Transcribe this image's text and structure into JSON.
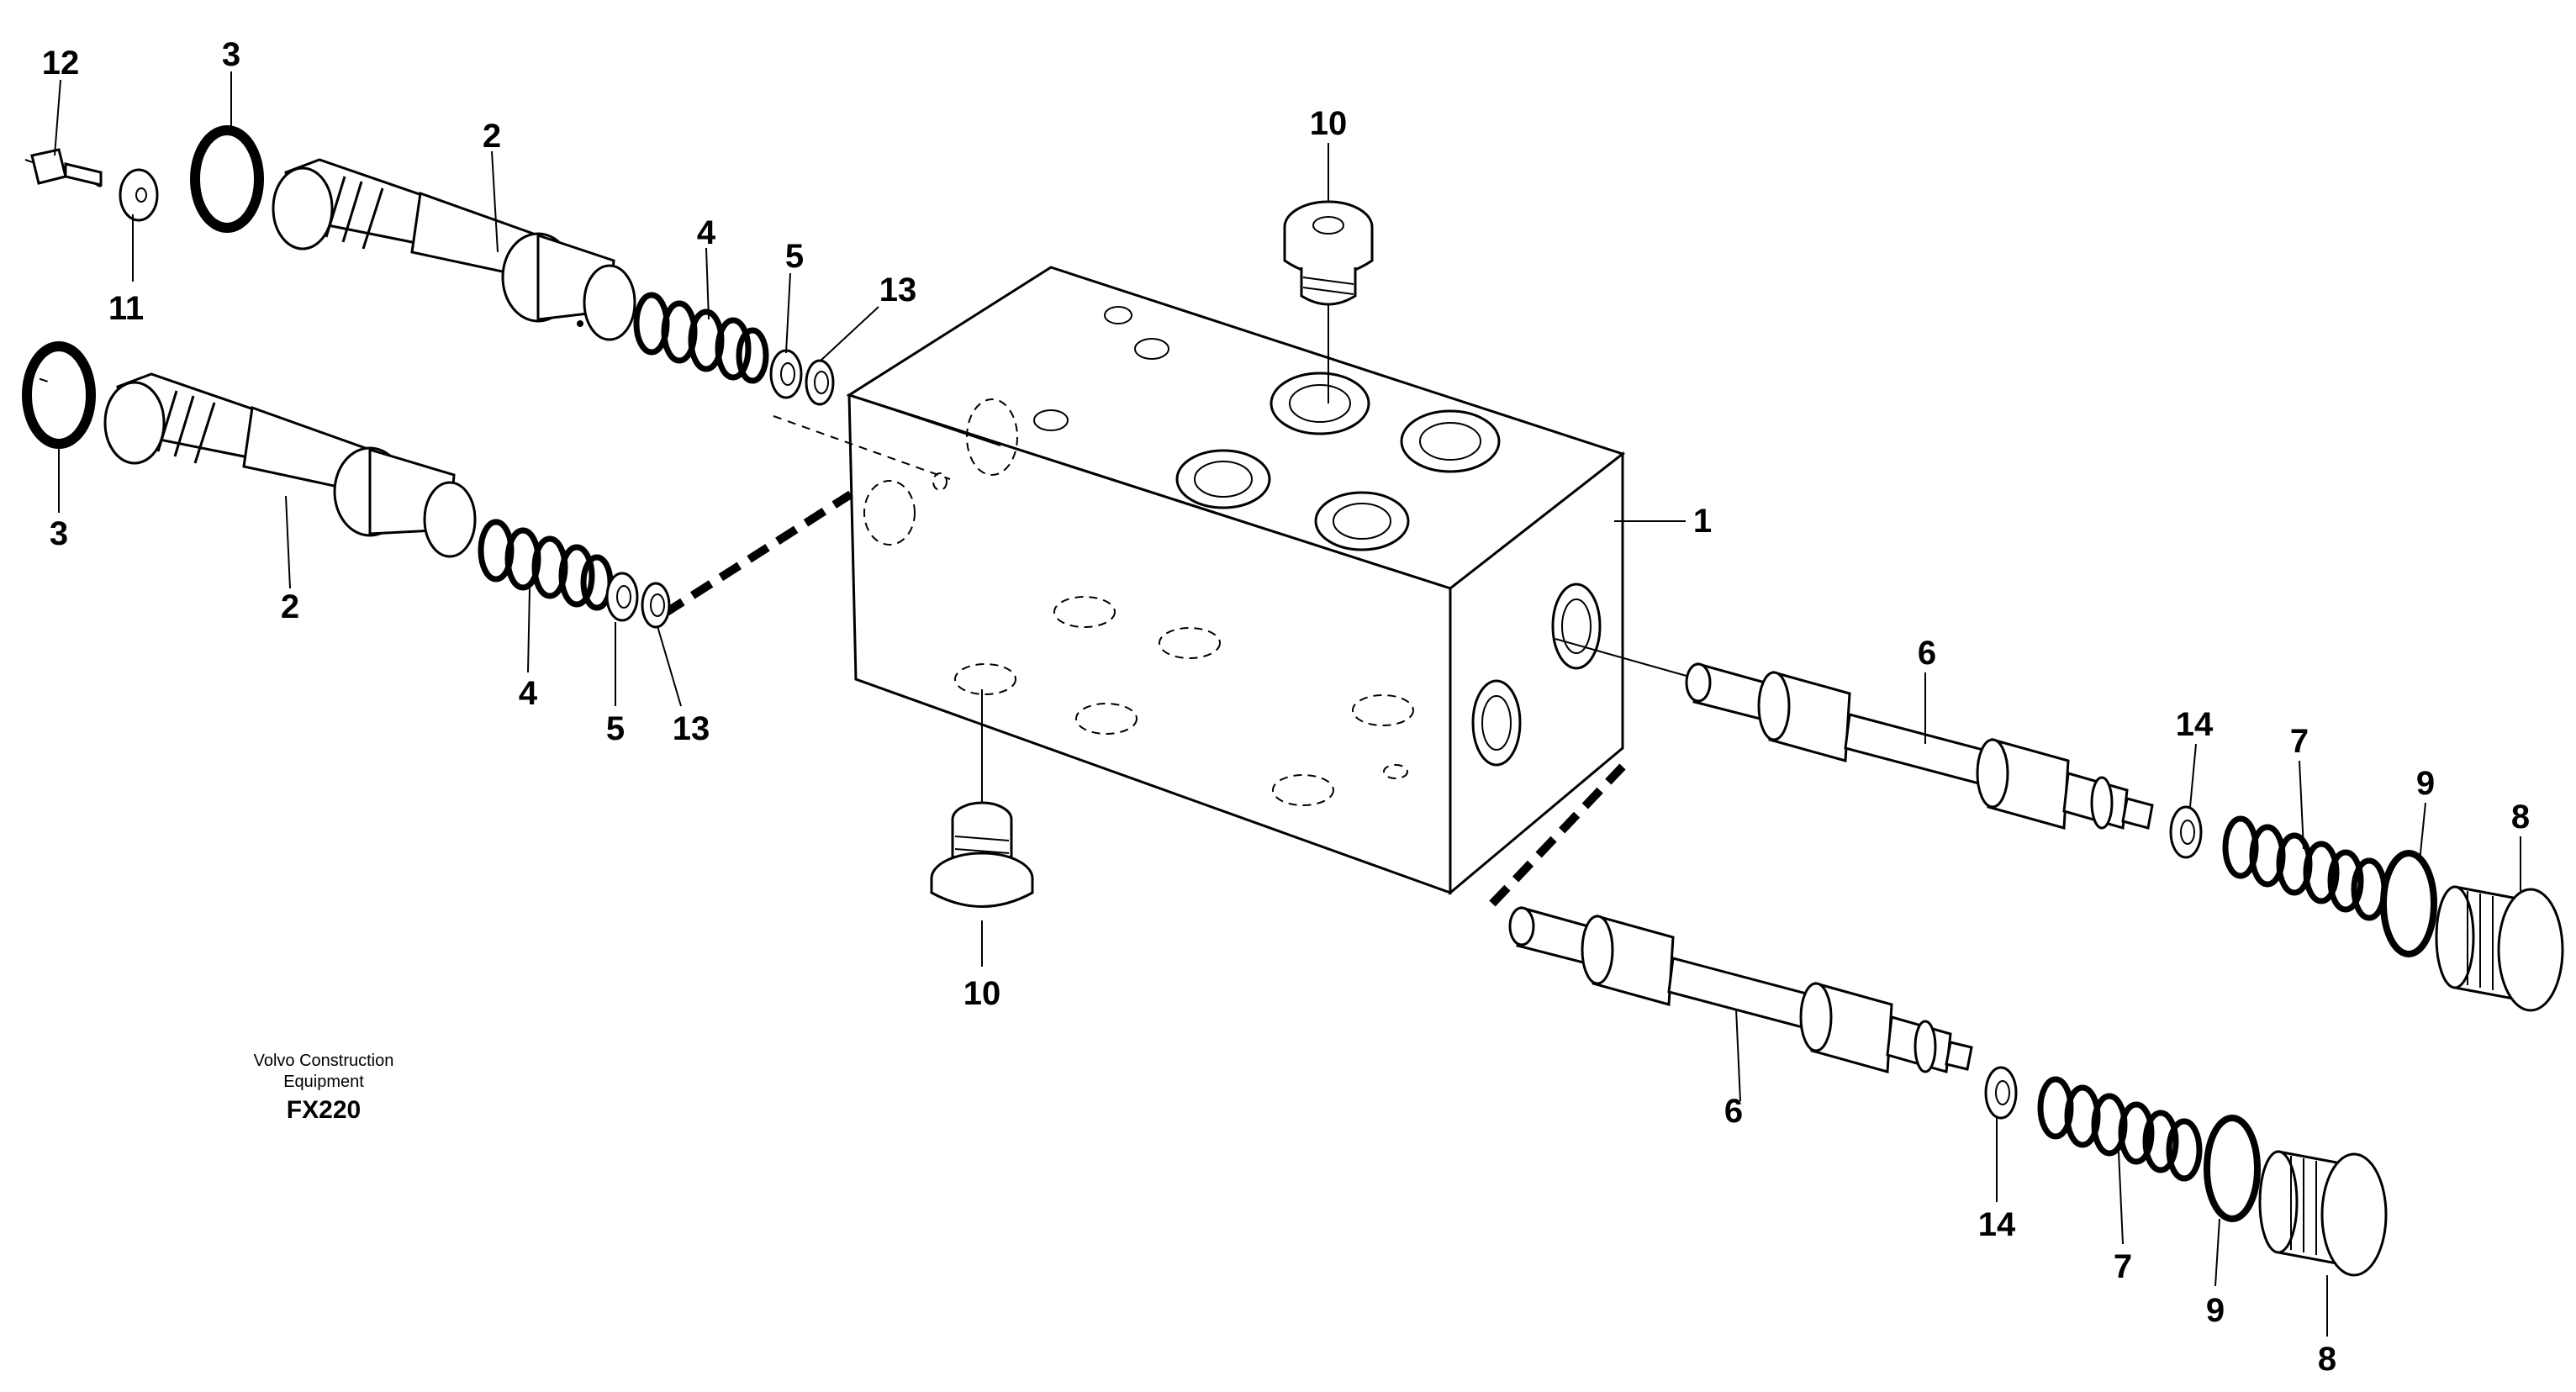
{
  "caption": {
    "line1": "Volvo Construction",
    "line2": "Equipment",
    "code": "FX220"
  },
  "callouts": [
    "1",
    "2",
    "2",
    "3",
    "3",
    "4",
    "4",
    "5",
    "5",
    "6",
    "6",
    "7",
    "7",
    "8",
    "8",
    "9",
    "9",
    "10",
    "10",
    "11",
    "12",
    "13",
    "13",
    "14",
    "14"
  ]
}
